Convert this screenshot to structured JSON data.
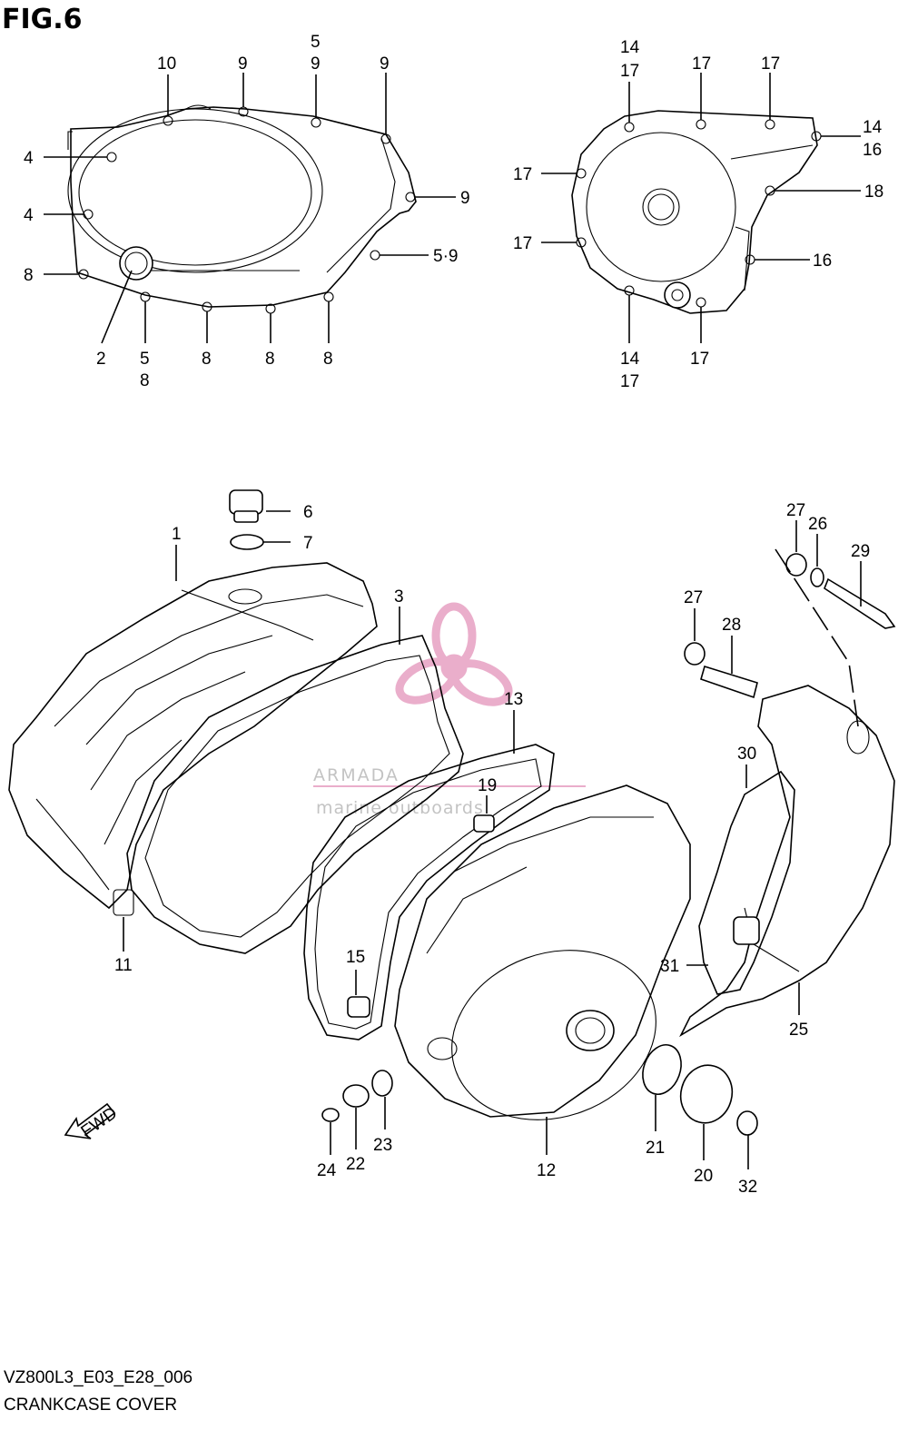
{
  "figure": {
    "title": "FIG.6",
    "code": "VZ800L3_E03_E28_006",
    "name": "CRANKCASE COVER"
  },
  "watermark": {
    "brand": "ARMADA",
    "tagline": "marine outboards",
    "logo_color": "#e8a6c6"
  },
  "fwd_arrow_label": "FWD",
  "callouts": {
    "left_cover": [
      "10",
      "9",
      "5",
      "9",
      "9",
      "4",
      "4",
      "9",
      "8",
      "5·9",
      "2",
      "5",
      "8",
      "8",
      "8",
      "8"
    ],
    "right_cover": [
      "14",
      "17",
      "17",
      "17",
      "14",
      "16",
      "17",
      "18",
      "17",
      "16",
      "14",
      "17",
      "17"
    ],
    "exploded": [
      "1",
      "6",
      "7",
      "3",
      "11",
      "13",
      "19",
      "15",
      "12",
      "24",
      "22",
      "23",
      "21",
      "20",
      "32",
      "27",
      "26",
      "29",
      "27",
      "28",
      "30",
      "31",
      "25"
    ]
  }
}
